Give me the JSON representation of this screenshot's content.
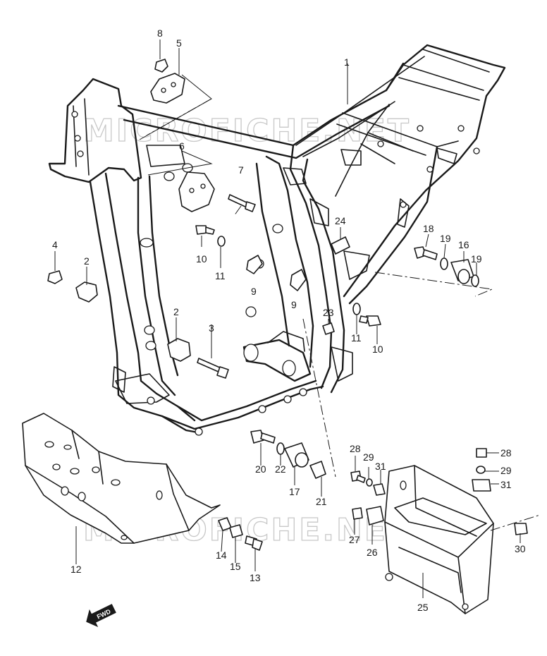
{
  "watermark": {
    "text": "MICROFICHE.NET"
  },
  "fwd_label": "FWD",
  "callouts": [
    {
      "number": "1"
    },
    {
      "number": "2"
    },
    {
      "number": "2"
    },
    {
      "number": "3"
    },
    {
      "number": "4"
    },
    {
      "number": "5"
    },
    {
      "number": "6"
    },
    {
      "number": "7"
    },
    {
      "number": "8"
    },
    {
      "number": "9"
    },
    {
      "number": "9"
    },
    {
      "number": "10"
    },
    {
      "number": "10"
    },
    {
      "number": "11"
    },
    {
      "number": "11"
    },
    {
      "number": "12"
    },
    {
      "number": "13"
    },
    {
      "number": "14"
    },
    {
      "number": "15"
    },
    {
      "number": "16"
    },
    {
      "number": "17"
    },
    {
      "number": "18"
    },
    {
      "number": "19"
    },
    {
      "number": "19"
    },
    {
      "number": "20"
    },
    {
      "number": "21"
    },
    {
      "number": "22"
    },
    {
      "number": "23"
    },
    {
      "number": "24"
    },
    {
      "number": "25"
    },
    {
      "number": "26"
    },
    {
      "number": "27"
    },
    {
      "number": "28"
    },
    {
      "number": "28"
    },
    {
      "number": "29"
    },
    {
      "number": "29"
    },
    {
      "number": "30"
    },
    {
      "number": "31"
    },
    {
      "number": "31"
    }
  ]
}
